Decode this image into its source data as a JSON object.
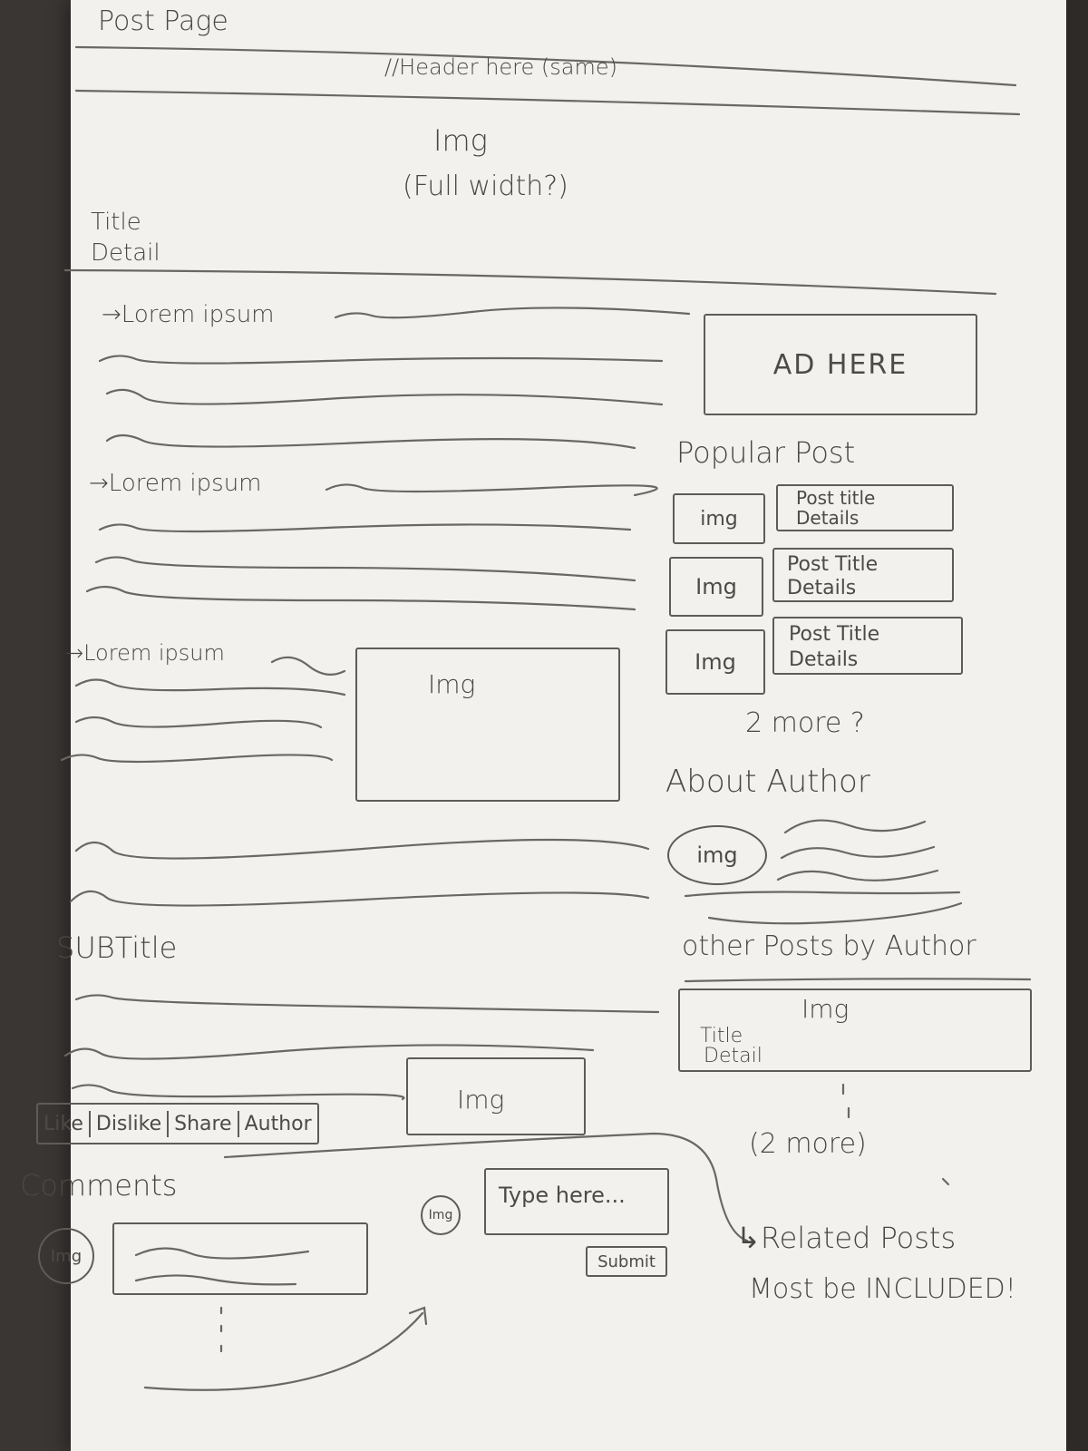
{
  "page_label": "Post Page",
  "header": {
    "text": "//Header here (same)"
  },
  "hero": {
    "line1": "Img",
    "line2": "(Full width?)"
  },
  "post_heading": {
    "title": "Title",
    "detail": "Detail"
  },
  "content": {
    "lead_1": "→Lorem ipsum",
    "lead_2": "→Lorem ipsum",
    "lead_3": "→Lorem ipsum",
    "inline_img": "Img",
    "subtitle": "SUBTitle",
    "sub_img": "Img"
  },
  "actions": [
    "Like",
    "Dislike",
    "Share",
    "Author"
  ],
  "comments": {
    "heading": "Comments",
    "avatar": "Img",
    "new_avatar": "Img",
    "input_placeholder": "Type here...",
    "submit_label": "Submit"
  },
  "sidebar": {
    "ad": "AD HERE",
    "popular_heading": "Popular Post",
    "popular": [
      {
        "img": "img",
        "title": "Post title",
        "details": "Details"
      },
      {
        "img": "Img",
        "title": "Post Title",
        "details": "Details"
      },
      {
        "img": "Img",
        "title": "Post Title",
        "details": "Details"
      }
    ],
    "popular_more": "2 more ?",
    "about_heading": "About Author",
    "author_img": "img",
    "other_heading": "other Posts by Author",
    "other_card": {
      "img": "Img",
      "title": "Title",
      "detail": "Detail"
    },
    "other_more": "(2 more)",
    "note_line1": "↳Related Posts",
    "note_line2": "Most be INCLUDED!"
  }
}
